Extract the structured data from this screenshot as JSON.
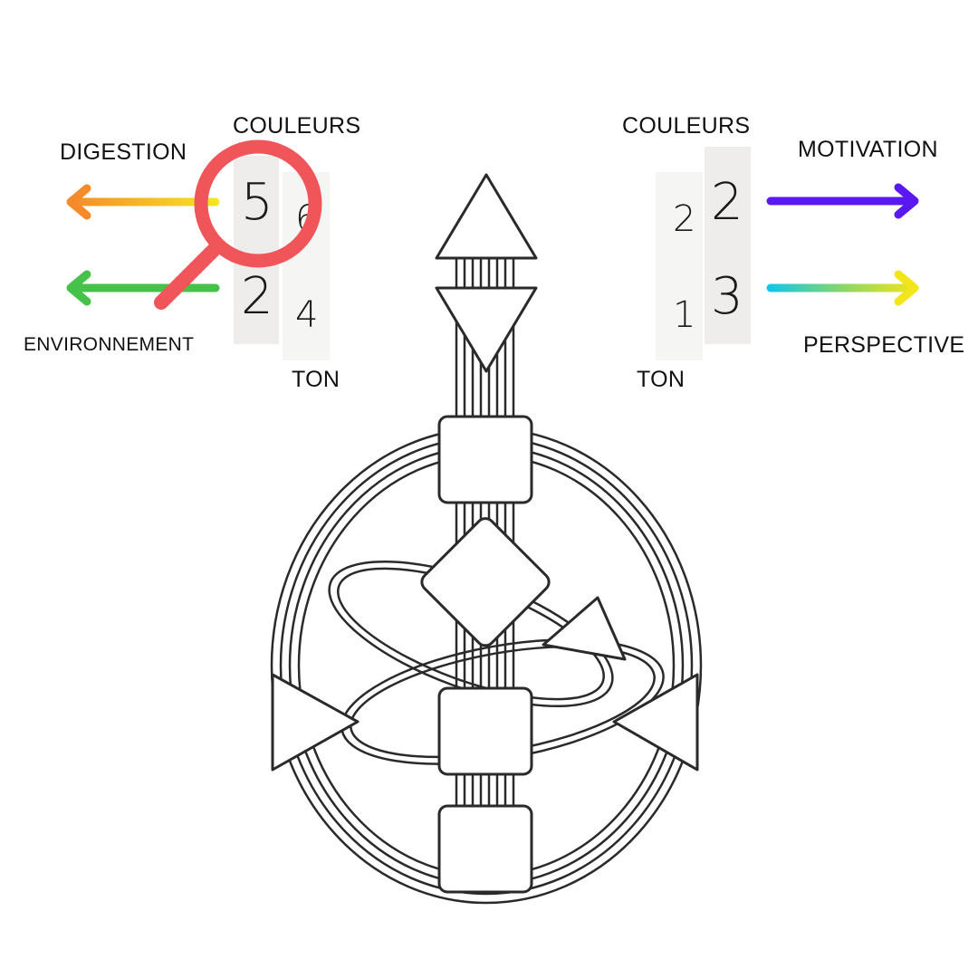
{
  "left_panel": {
    "couleurs_label": "COULEURS",
    "ton_label": "TON",
    "digestion_label": "DIGESTION",
    "environnement_label": "ENVIRONNEMENT",
    "color_digits": [
      "5",
      "2"
    ],
    "tone_digits": [
      "6",
      "4"
    ],
    "digestion_arrow_colors": [
      "#f7e51f",
      "#f58a2a"
    ],
    "environnement_arrow_color": "#46c24a"
  },
  "right_panel": {
    "couleurs_label": "COULEURS",
    "ton_label": "TON",
    "motivation_label": "MOTIVATION",
    "perspective_label": "PERSPECTIVE",
    "color_digits": [
      "2",
      "3"
    ],
    "tone_digits": [
      "2",
      "1"
    ],
    "motivation_arrow_color": "#5a18f0",
    "perspective_arrow_colors": [
      "#13c6e8",
      "#f2e51c"
    ]
  },
  "magnifier": {
    "icon": "magnifier-icon",
    "color": "#f0555a"
  }
}
